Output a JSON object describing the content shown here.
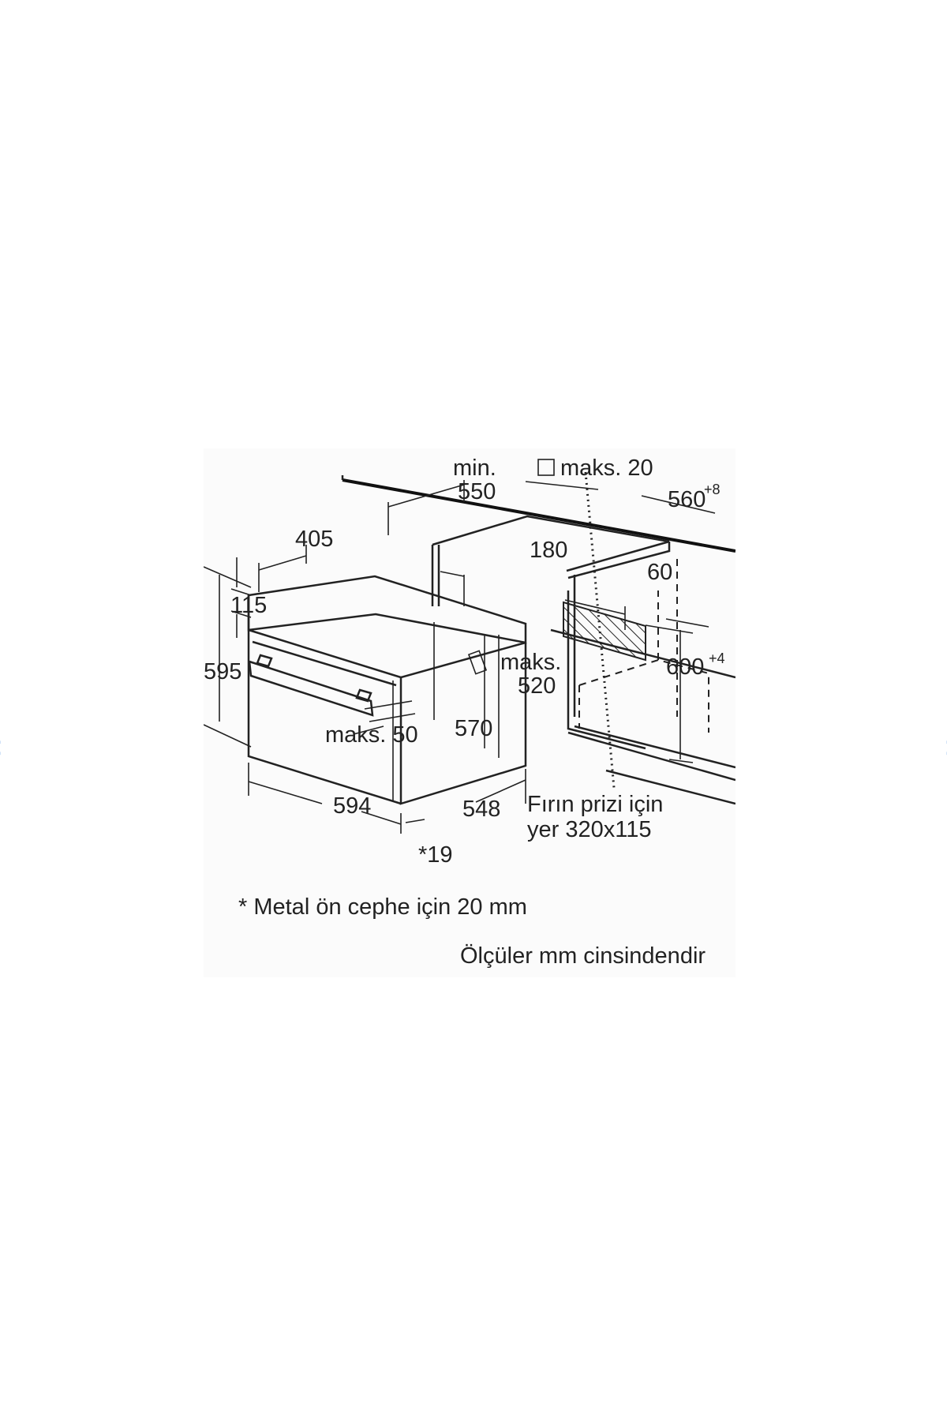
{
  "nav": {
    "prev_label": "‹",
    "next_label": "›"
  },
  "diagram": {
    "labels": {
      "min": "min.",
      "d550": "550",
      "maks20": "maks. 20",
      "d560": "560",
      "d560_sup": "+8",
      "d405": "405",
      "d180": "180",
      "d60": "60",
      "d115": "115",
      "d595": "595",
      "maks520_a": "maks.",
      "maks520_b": "520",
      "d600": "600",
      "d600_sup": "+4",
      "maks50": "maks. 50",
      "d570": "570",
      "d594": "594",
      "d548": "548",
      "prize_a": "Fırın prizi için",
      "prize_b": "yer 320x115",
      "d19": "*19"
    },
    "note": "* Metal ön cephe için 20 mm",
    "units": "Ölçüler mm cinsindendir"
  }
}
